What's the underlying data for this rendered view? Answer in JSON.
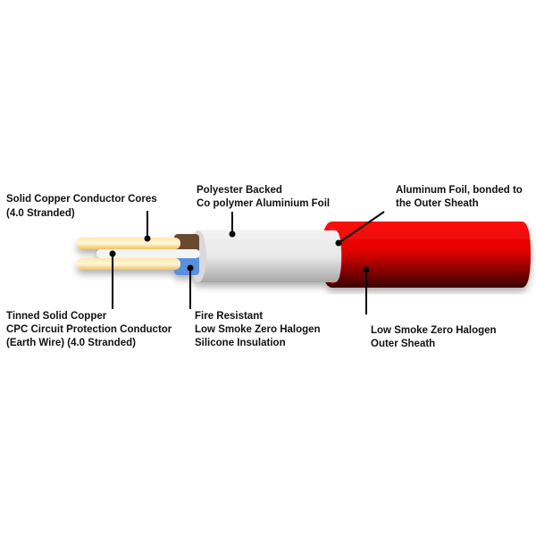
{
  "labels": {
    "conductor_cores": [
      "Solid Copper Conductor Cores",
      "(4.0 Stranded)"
    ],
    "polyester_foil": [
      "Polyester Backed",
      "Co polymer Aluminium Foil"
    ],
    "aluminum_foil": [
      "Aluminum Foil, bonded to",
      "the Outer Sheath"
    ],
    "cpc": [
      "Tinned Solid Copper",
      "CPC Circuit Protection Conductor",
      "(Earth Wire) (4.0 Stranded)"
    ],
    "insulation": [
      "Fire Resistant",
      "Low Smoke Zero Halogen",
      "Silicone Insulation"
    ],
    "outer_sheath": [
      "Low Smoke Zero Halogen",
      "Outer Sheath"
    ]
  },
  "colors": {
    "sheath": "#ff0000",
    "sheath_dark": "#3a0000",
    "inner_sheath": "#e6e6e6",
    "core_yellow": "#ffd466",
    "brown": "#6b4a2e",
    "blue": "#5a8fe0"
  }
}
